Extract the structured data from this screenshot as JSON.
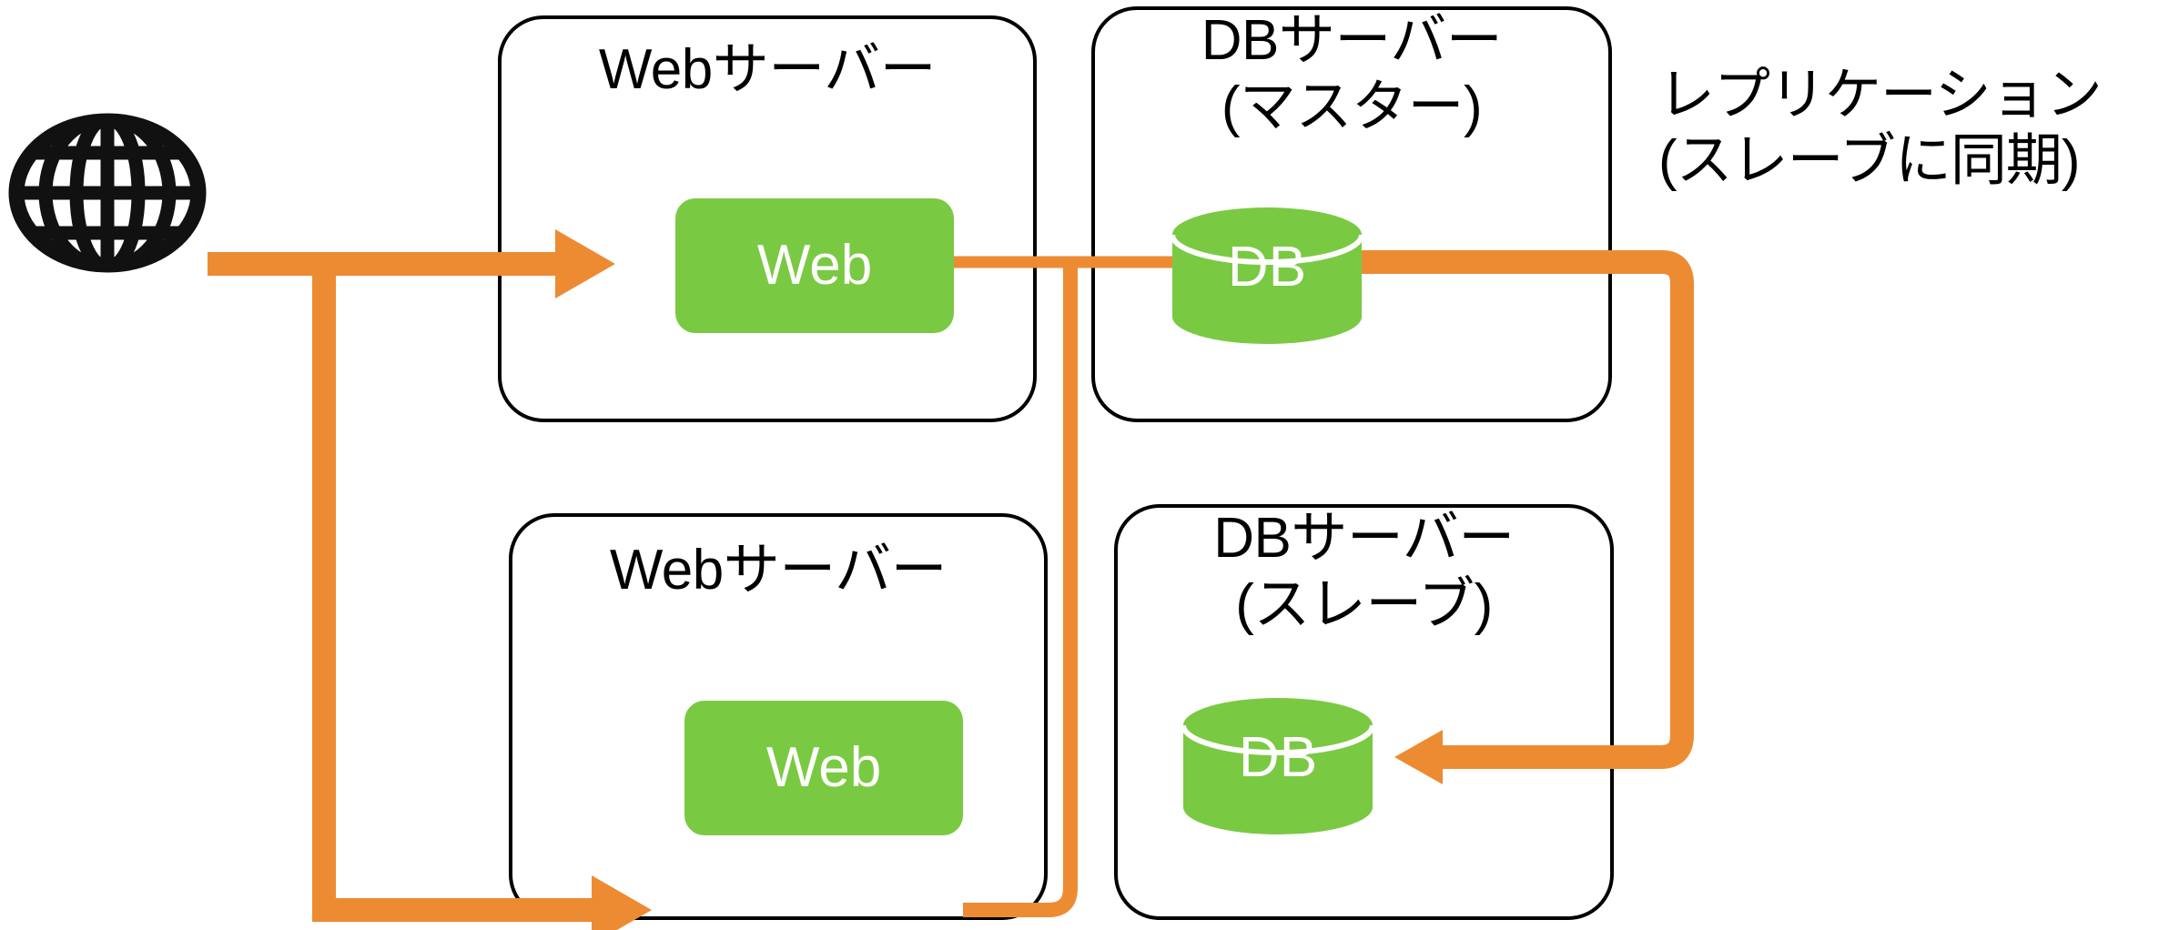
{
  "diagram": {
    "title": "Web/DB server replication architecture",
    "colors": {
      "arrow_orange": "#ED8B33",
      "node_green": "#7AC943",
      "container_border": "#000000",
      "text_black": "#000000",
      "node_text_white": "#FFFFFF",
      "background": "#FFFFFF"
    },
    "internet": {
      "icon": "globe-icon",
      "label": ""
    },
    "groups": [
      {
        "id": "web-server-top",
        "title": "Webサーバー",
        "node": {
          "id": "web-node-top",
          "label": "Web",
          "shape": "rounded-rect"
        }
      },
      {
        "id": "db-server-master",
        "title_line1": "DBサーバー",
        "title_line2": "(マスター)",
        "node": {
          "id": "db-node-master",
          "label": "DB",
          "shape": "cylinder"
        }
      },
      {
        "id": "web-server-bottom",
        "title": "Webサーバー",
        "node": {
          "id": "web-node-bottom",
          "label": "Web",
          "shape": "rounded-rect"
        }
      },
      {
        "id": "db-server-slave",
        "title_line1": "DBサーバー",
        "title_line2": "(スレーブ)",
        "node": {
          "id": "db-node-slave",
          "label": "DB",
          "shape": "cylinder"
        }
      }
    ],
    "annotations": [
      {
        "id": "replication-note",
        "line1": "レプリケーション",
        "line2": "(スレーブに同期)"
      }
    ],
    "connections": [
      {
        "id": "internet-to-web-top",
        "from": "internet",
        "to": "web-node-top",
        "arrow": "right"
      },
      {
        "id": "internet-to-web-bottom",
        "from": "internet",
        "to": "web-node-bottom",
        "arrow": "right"
      },
      {
        "id": "web-top-to-db-master",
        "from": "web-node-top",
        "to": "db-node-master",
        "arrow": "none"
      },
      {
        "id": "web-bottom-to-db-master",
        "from": "web-node-bottom",
        "to": "db-node-master",
        "arrow": "none"
      },
      {
        "id": "db-master-to-db-slave",
        "from": "db-node-master",
        "to": "db-node-slave",
        "arrow": "left"
      }
    ]
  }
}
